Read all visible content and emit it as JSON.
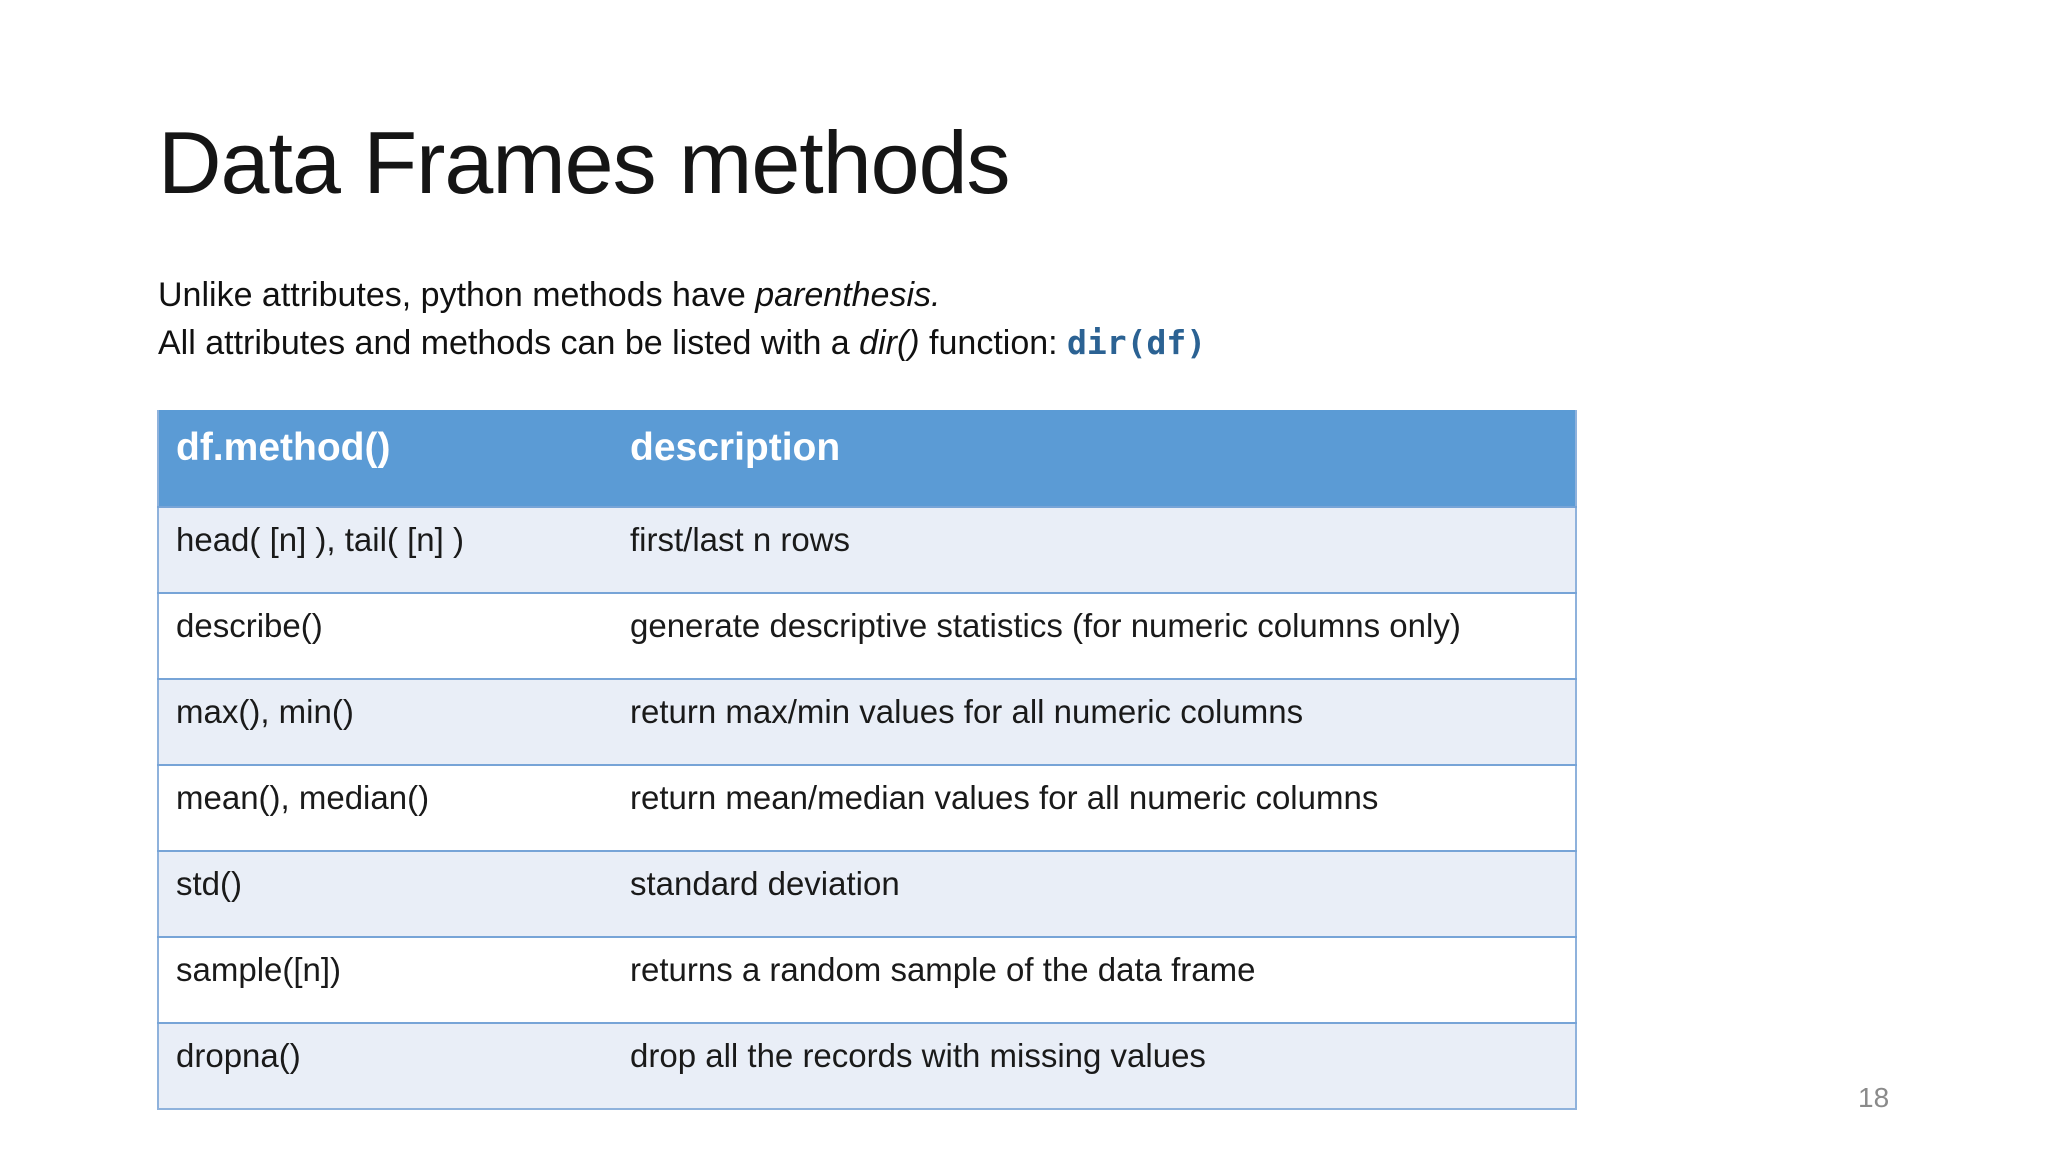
{
  "slide": {
    "title": "Data Frames methods",
    "page_number": "18"
  },
  "intro": {
    "line1": {
      "part1": "Unlike attributes, python methods have ",
      "italic": "parenthesis."
    },
    "line2": {
      "part1": "All attributes and methods can be listed with a ",
      "italic": "dir()",
      "part2": " function: ",
      "code": "dir(df)"
    }
  },
  "table": {
    "headers": {
      "method": "df.method()",
      "description": "description"
    },
    "rows": [
      {
        "method": "head( [n] ), tail( [n] )",
        "description": "first/last n rows"
      },
      {
        "method": "describe()",
        "description": "generate descriptive statistics (for numeric columns only)"
      },
      {
        "method": "max(), min()",
        "description": "return max/min values for all numeric columns"
      },
      {
        "method": "mean(), median()",
        "description": "return mean/median values for all numeric columns"
      },
      {
        "method": "std()",
        "description": "standard deviation"
      },
      {
        "method": "sample([n])",
        "description": "returns a random sample of the data frame"
      },
      {
        "method": "dropna()",
        "description": "drop all the records with missing values"
      }
    ]
  },
  "colors": {
    "header_bg": "#5b9bd5",
    "band_row_bg": "#e9eef7",
    "row_border": "#77a4d7",
    "outer_border": "#8fb2dc",
    "code_text": "#2b6293",
    "page_number_text": "#8a8a8a"
  }
}
